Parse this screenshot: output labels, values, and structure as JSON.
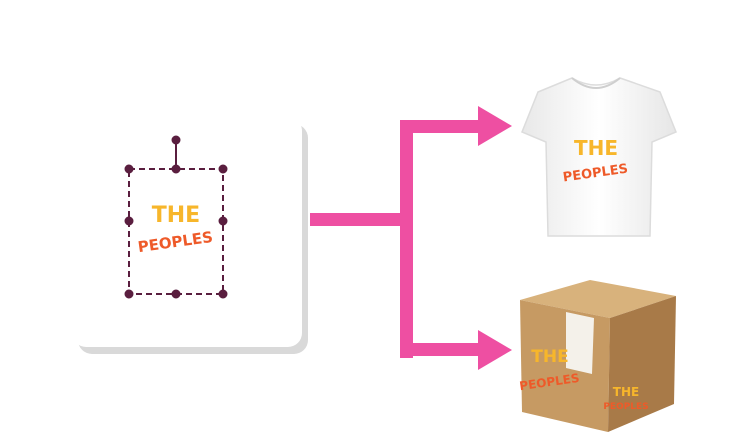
{
  "logo": {
    "line1": "THE",
    "line2": "PEOPLES"
  },
  "colors": {
    "arrow": "#ee4fa2",
    "handle": "#5a1e3f",
    "logo_top": "#f7b62b",
    "logo_bottom": "#ee5a29",
    "canvas_bg": "#ffffff",
    "canvas_shadow": "#d9d9d9",
    "shirt": "#f6f6f6",
    "box_front": "#c69a63",
    "box_side": "#a87a48",
    "box_top": "#d8b27c",
    "box_label": "#f4f1ea"
  },
  "icons": {
    "selection": "bounding-box-with-rotate-handle",
    "arrow": "branching-arrow",
    "shirt": "tshirt-icon",
    "box": "cardboard-box-icon"
  }
}
